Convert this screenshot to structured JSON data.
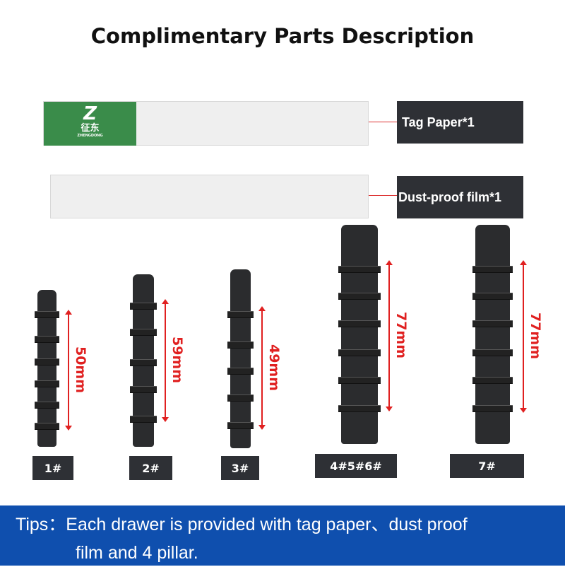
{
  "title": "Complimentary Parts Description",
  "logo": {
    "text": "征东",
    "subtext": "ZHENGDONG",
    "color": "#3a8c4a"
  },
  "parts": [
    {
      "label": "Tag Paper*1"
    },
    {
      "label": "Dust-proof film*1"
    }
  ],
  "pillars": [
    {
      "label": "1#",
      "dimension": "50mm"
    },
    {
      "label": "2#",
      "dimension": "59mm"
    },
    {
      "label": "3#",
      "dimension": "49mm"
    },
    {
      "label": "4#5#6#",
      "dimension": "77mm"
    },
    {
      "label": "7#",
      "dimension": "77mm"
    }
  ],
  "tips": {
    "line1": "Tips：Each drawer is provided with tag paper、dust proof",
    "line2": "film and 4 pillar."
  },
  "colors": {
    "banner": "#0f4fae",
    "accent": "#e02020",
    "label_bg": "#2e3035"
  }
}
